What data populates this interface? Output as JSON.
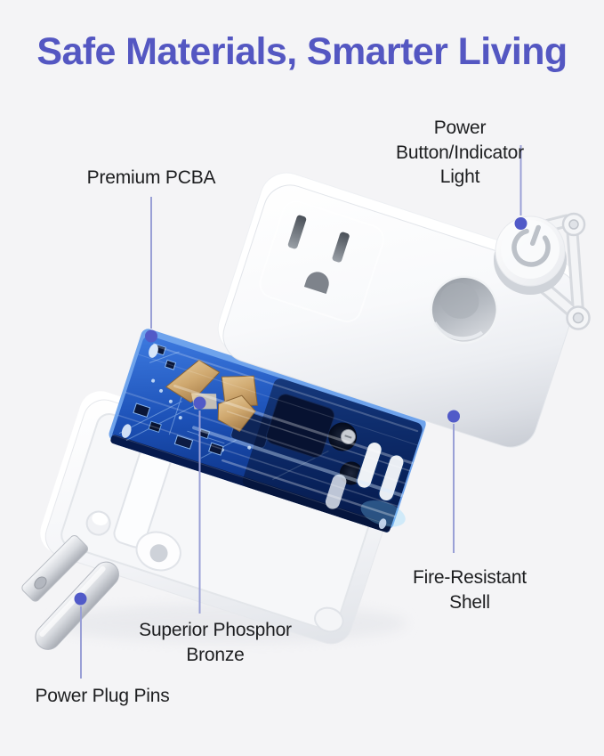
{
  "page": {
    "background_color": "#f4f4f6",
    "description": "Product infographic: exploded view of a white smart plug with five annotated parts"
  },
  "title": {
    "text": "Safe Materials, Smarter Living",
    "color": "#5457C2"
  },
  "callouts": [
    {
      "id": "power-button",
      "label": "Power Button/Indicator Light"
    },
    {
      "id": "premium-pcba",
      "label": "Premium PCBA"
    },
    {
      "id": "fire-resistant-shell",
      "label": "Fire-Resistant Shell"
    },
    {
      "id": "phosphor-bronze",
      "label": "Superior Phosphor\nBronze"
    },
    {
      "id": "power-plug-pins",
      "label": "Power Plug Pins"
    }
  ],
  "style": {
    "dot_color": "#515AC8",
    "line_color": "#9AA0D6",
    "label_color": "#1D1E20",
    "title_color": "#5457C2",
    "pcb_blue": "#1D52B8",
    "bronze": "#CFA86F",
    "shell_white": "#F7F8FA"
  },
  "icons": {
    "power_button_symbol": "power-icon"
  }
}
